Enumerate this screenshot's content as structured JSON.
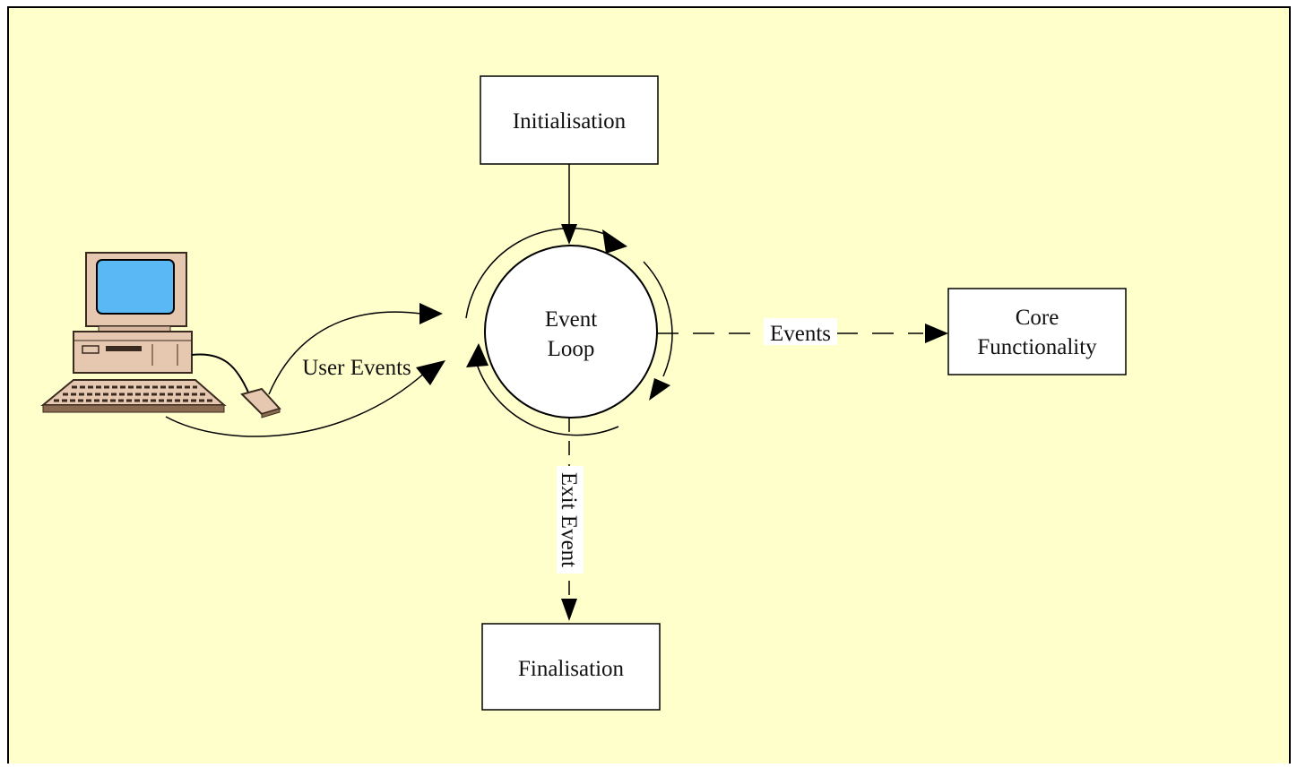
{
  "colors": {
    "canvas_background": "#ffffcc",
    "frame": "#000000",
    "box_fill": "#ffffff",
    "line": "#000000",
    "label_background": "#ffffff",
    "monitor_screen": "#5ab8f5",
    "computer_body": "#e6c8b0",
    "computer_shadow": "#8a6a50"
  },
  "nodes": {
    "initialisation": "Initialisation",
    "event_loop_line1": "Event",
    "event_loop_line2": "Loop",
    "core_line1": "Core",
    "core_line2": "Functionality",
    "finalisation": "Finalisation"
  },
  "edges": {
    "user_events": "User Events",
    "events": "Events",
    "exit_event": "Exit Event"
  },
  "icons": {
    "computer": "desktop-computer-icon",
    "mouse": "mouse-icon"
  }
}
